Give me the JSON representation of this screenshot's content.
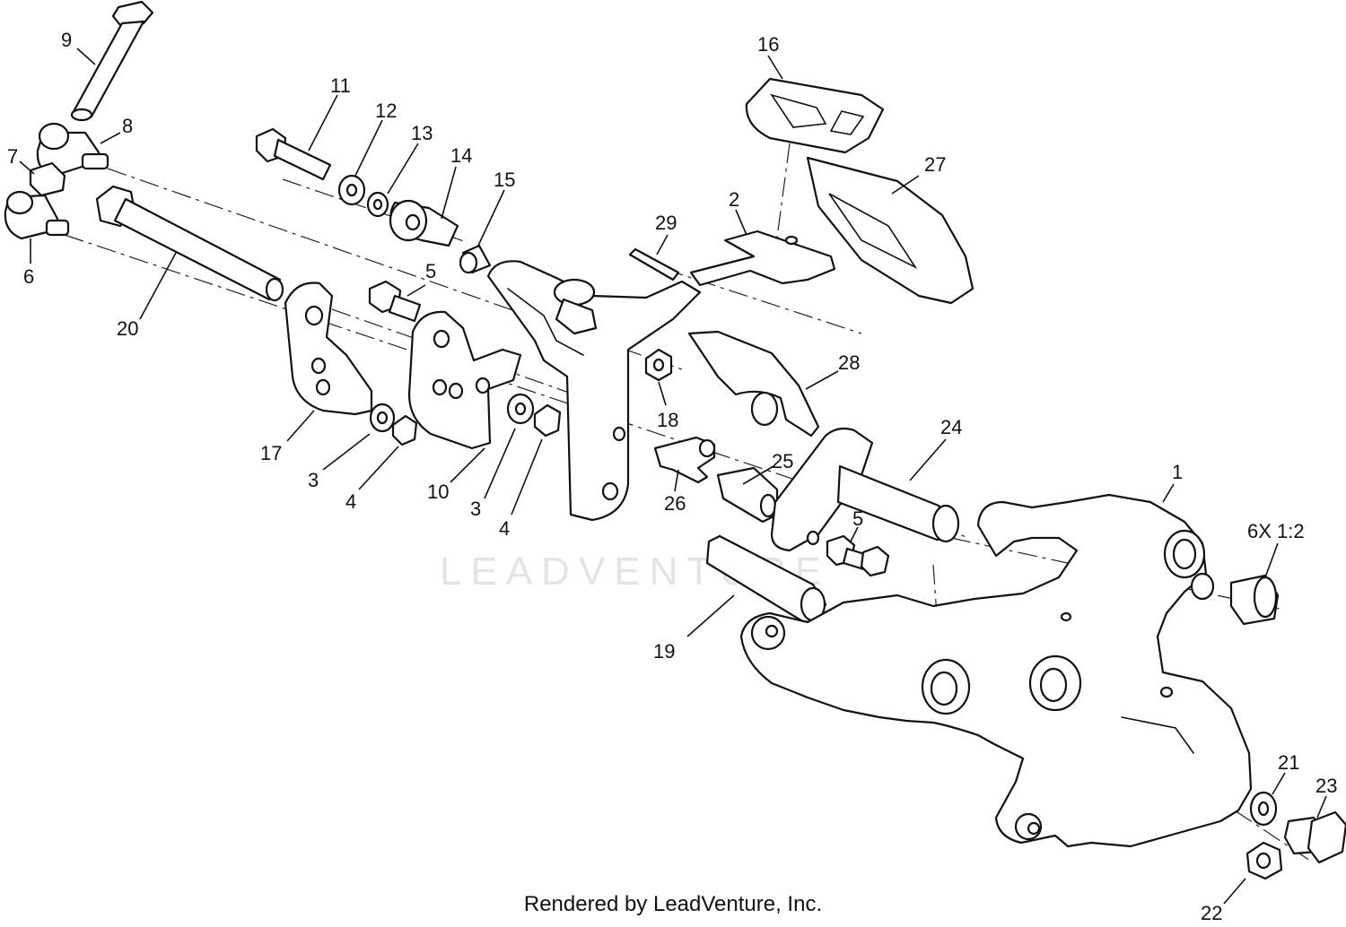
{
  "callouts": {
    "c1": "1",
    "c2": "2",
    "c3a": "3",
    "c3b": "3",
    "c4a": "4",
    "c4b": "4",
    "c5a": "5",
    "c5b": "5",
    "c6": "6",
    "c7": "7",
    "c8": "8",
    "c9": "9",
    "c10": "10",
    "c11": "11",
    "c12": "12",
    "c13": "13",
    "c14": "14",
    "c15": "15",
    "c16": "16",
    "c17": "17",
    "c18": "18",
    "c19": "19",
    "c20": "20",
    "c21": "21",
    "c22": "22",
    "c23": "23",
    "c24": "24",
    "c25": "25",
    "c26": "26",
    "c27": "27",
    "c28": "28",
    "c29": "29"
  },
  "quantity_note": "6X 1:2",
  "watermark": "LEADVENTURE",
  "footer": "Rendered by LeadVenture, Inc.",
  "colors": {
    "line": "#111111",
    "watermark": "#e4e4e4",
    "background": "#ffffff"
  }
}
